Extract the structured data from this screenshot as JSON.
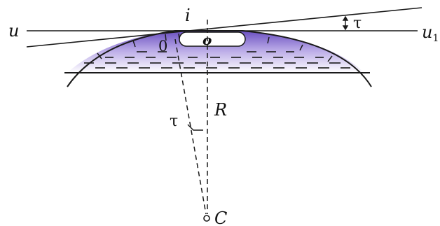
{
  "labels": {
    "u": "u",
    "u1": "u",
    "u1_sub": "1",
    "i": "i",
    "tau_top": "τ",
    "zero": "0",
    "o": "o",
    "R": "R",
    "tau_mid": "τ",
    "C": "C"
  },
  "colors": {
    "line": "#1a1a1a",
    "liquid_top": "#6a4fc0",
    "liquid_mid": "#b8a8e6",
    "liquid_bottom": "#ffffff"
  }
}
